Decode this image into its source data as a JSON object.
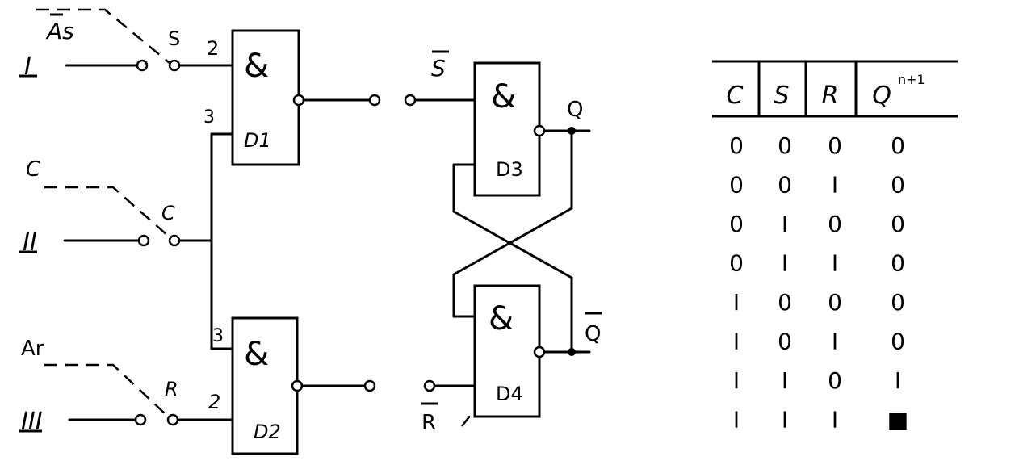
{
  "diagram": {
    "inputs": [
      {
        "roman": "I",
        "pin": "S",
        "pin_num": "2",
        "switch_label": "As"
      },
      {
        "roman": "II",
        "pin": "C",
        "switch_label": "C"
      },
      {
        "roman": "III",
        "pin": "R",
        "pin_num": "2",
        "switch_label": "Ar"
      }
    ],
    "gates": [
      {
        "label": "D1",
        "symbol": "&",
        "pin3": "3"
      },
      {
        "label": "D2",
        "symbol": "&",
        "pin3": "3"
      },
      {
        "label": "D3",
        "symbol": "&"
      },
      {
        "label": "D4",
        "symbol": "&"
      }
    ],
    "signals": {
      "s_bar": "S",
      "r_bar": "R",
      "q": "Q",
      "q_bar": "Q"
    }
  },
  "truth_table": {
    "headers": [
      "C",
      "S",
      "R",
      "Q"
    ],
    "q_superscript": "n+1",
    "rows": [
      [
        "0",
        "0",
        "0",
        "0"
      ],
      [
        "0",
        "0",
        "I",
        "0"
      ],
      [
        "0",
        "I",
        "0",
        "0"
      ],
      [
        "0",
        "I",
        "I",
        "0"
      ],
      [
        "I",
        "0",
        "0",
        "0"
      ],
      [
        "I",
        "0",
        "I",
        "0"
      ],
      [
        "I",
        "I",
        "0",
        "I"
      ],
      [
        "I",
        "I",
        "I",
        "■"
      ]
    ]
  }
}
